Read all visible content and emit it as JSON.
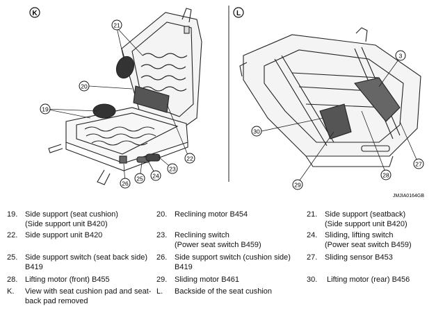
{
  "figure": {
    "panel_k_label": "K",
    "panel_l_label": "L",
    "drawing_code": "JMJIA0164GB",
    "callouts": {
      "c19": "19",
      "c20": "20",
      "c21": "21",
      "c22": "22",
      "c23": "23",
      "c24": "24",
      "c25": "25",
      "c26": "26",
      "c3": "3",
      "c27": "27",
      "c28": "28",
      "c29": "29",
      "c30": "30"
    }
  },
  "legend": {
    "items": [
      {
        "num": "19.",
        "line1": "Side support (seat cushion)",
        "line2": "(Side support unit B420)"
      },
      {
        "num": "20.",
        "line1": "Reclining motor B454",
        "line2": ""
      },
      {
        "num": "21.",
        "line1": "Side support (seatback)",
        "line2": "(Side support unit B420)"
      },
      {
        "num": "22.",
        "line1": "Side support unit B420",
        "line2": ""
      },
      {
        "num": "23.",
        "line1": "Reclining switch",
        "line2": "(Power seat switch B459)"
      },
      {
        "num": "24.",
        "line1": "Sliding, lifting switch",
        "line2": "(Power seat switch B459)"
      },
      {
        "num": "25.",
        "line1": "Side support switch (seat back side)",
        "line2": "B419"
      },
      {
        "num": "26.",
        "line1": "Side support switch (cushion side)",
        "line2": "B419"
      },
      {
        "num": "27.",
        "line1": "Sliding sensor B453",
        "line2": ""
      },
      {
        "num": "28.",
        "line1": "Lifting motor (front) B455",
        "line2": ""
      },
      {
        "num": "29.",
        "line1": "Sliding motor B461",
        "line2": ""
      },
      {
        "num": "30.",
        "line1": " Lifting motor (rear) B456",
        "line2": ""
      },
      {
        "num": "K.",
        "line1": "View with seat cushion pad and seat-",
        "line2": "back pad removed"
      },
      {
        "num": "L.",
        "line1": "Backside of the seat cushion",
        "line2": ""
      }
    ]
  }
}
